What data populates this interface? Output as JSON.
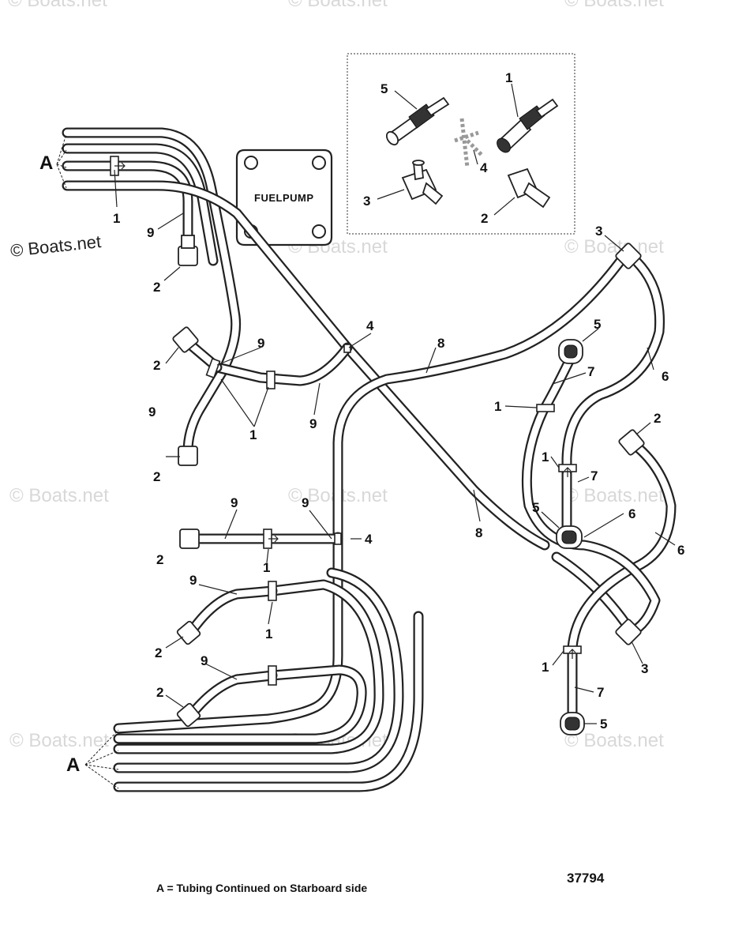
{
  "watermarks": {
    "copyright_left": "© Boats.net",
    "faded": "© Boats.net"
  },
  "continuation_labels": {
    "top": "A",
    "bottom": "A"
  },
  "fuel_pump_label": "FUELPUMP",
  "inset_callouts": [
    "5",
    "1",
    "4",
    "3",
    "2"
  ],
  "callouts": {
    "c_1_top": "1",
    "c_9_top": "9",
    "c_2_top": "2",
    "c_2_y_upper": "2",
    "c_9_y": "9",
    "c_9_y_right": "9",
    "c_1_y": "1",
    "c_9_y_low": "9",
    "c_2_y_lower": "2",
    "c_4_upper": "4",
    "c_8_upper": "8",
    "c_9_mid_a": "9",
    "c_9_mid_b": "9",
    "c_2_mid": "2",
    "c_1_mid": "1",
    "c_4_mid": "4",
    "c_9_low_a": "9",
    "c_2_low_a": "2",
    "c_1_low": "1",
    "c_9_low_b": "9",
    "c_2_low_b": "2",
    "c_8_center": "8",
    "c_3_top_right": "3",
    "c_5_upper": "5",
    "c_7_upper": "7",
    "c_6_upper": "6",
    "c_1_right_a": "1",
    "c_2_right": "2",
    "c_1_right_b": "1",
    "c_7_mid": "7",
    "c_5_mid": "5",
    "c_6_mid": "6",
    "c_6_right": "6",
    "c_3_bottom_right": "3",
    "c_1_right_c": "1",
    "c_7_lower": "7",
    "c_5_lower": "5"
  },
  "footer": {
    "legend_note": "A = Tubing Continued on Starboard side",
    "diagram_number": "37794"
  },
  "colors": {
    "line": "#222222",
    "background": "#ffffff",
    "watermark": "#d8d8d8"
  }
}
